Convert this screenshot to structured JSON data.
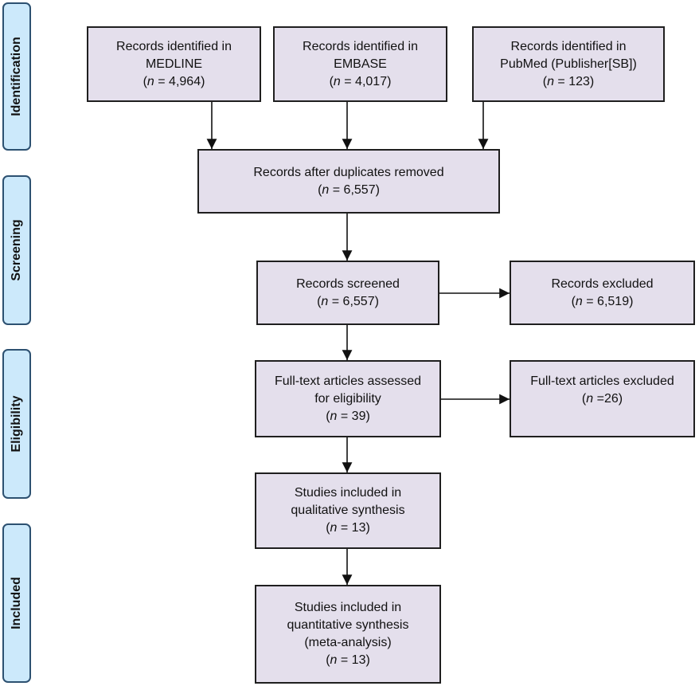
{
  "stages": [
    {
      "id": "identification",
      "label": "Identification"
    },
    {
      "id": "screening",
      "label": "Screening"
    },
    {
      "id": "eligibility",
      "label": "Eligibility"
    },
    {
      "id": "included",
      "label": "Included"
    }
  ],
  "boxes": {
    "medline": {
      "lines": [
        "Records identified in",
        "MEDLINE"
      ],
      "n": "4,964"
    },
    "embase": {
      "lines": [
        "Records identified in",
        "EMBASE"
      ],
      "n": "4,017"
    },
    "pubmed": {
      "lines": [
        "Records identified in",
        "PubMed (Publisher[SB])"
      ],
      "n": "123"
    },
    "duplicates_removed": {
      "lines": [
        "Records after duplicates removed"
      ],
      "n": "6,557"
    },
    "screened": {
      "lines": [
        "Records screened"
      ],
      "n": "6,557"
    },
    "excluded": {
      "lines": [
        "Records excluded"
      ],
      "n": "6,519"
    },
    "fulltext_assessed": {
      "lines": [
        "Full-text articles assessed",
        "for eligibility"
      ],
      "n": "39"
    },
    "fulltext_excluded": {
      "lines": [
        "Full-text articles excluded"
      ],
      "n_text": "n =26"
    },
    "qualitative": {
      "lines": [
        "Studies included in",
        "qualitative synthesis"
      ],
      "n": "13"
    },
    "quantitative": {
      "lines": [
        "Studies included in",
        "quantitative synthesis",
        "(meta-analysis)"
      ],
      "n": "13"
    }
  }
}
